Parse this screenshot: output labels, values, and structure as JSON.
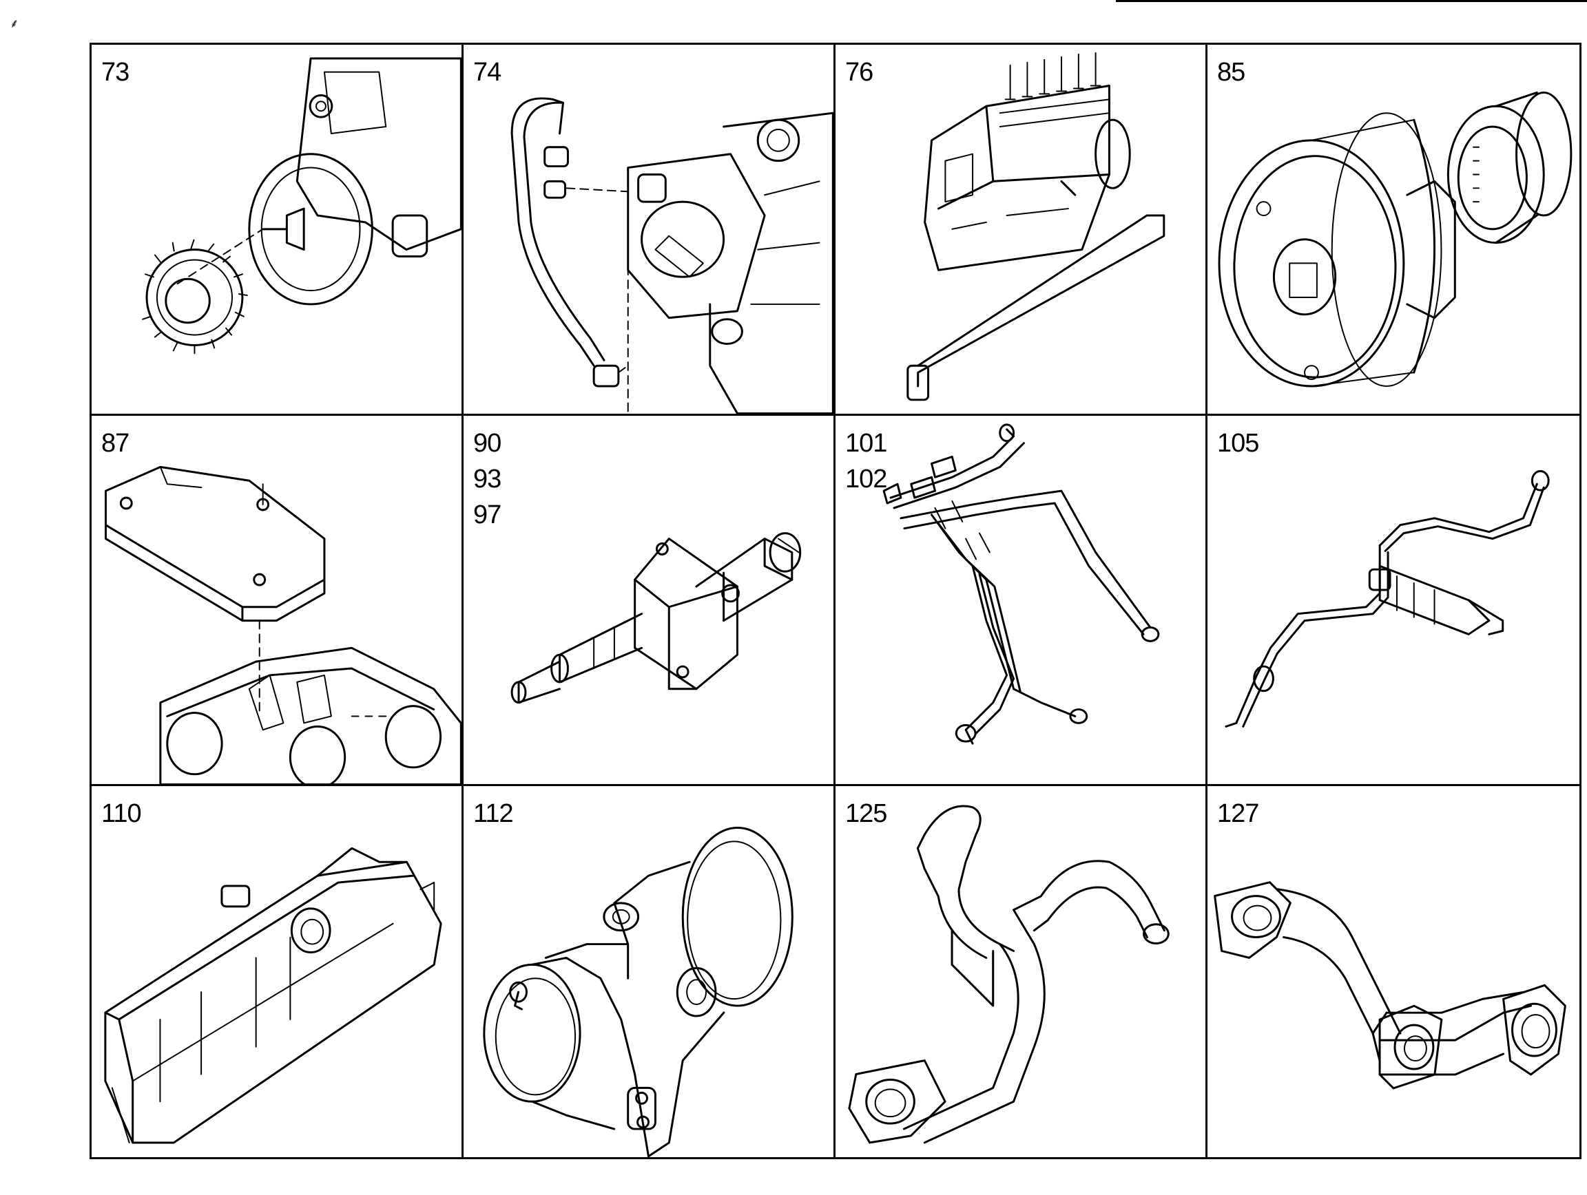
{
  "cells": [
    {
      "labels": [
        "73"
      ],
      "icon": "gear-pump-icon"
    },
    {
      "labels": [
        "74"
      ],
      "icon": "pump-pipe-icon"
    },
    {
      "labels": [
        "76"
      ],
      "icon": "injection-pump-icon"
    },
    {
      "labels": [
        "85"
      ],
      "icon": "gear-coupling-icon"
    },
    {
      "labels": [
        "87"
      ],
      "icon": "cover-plate-icon"
    },
    {
      "labels": [
        "90",
        "93",
        "97"
      ],
      "icon": "injector-icon"
    },
    {
      "labels": [
        "101",
        "102"
      ],
      "icon": "fuel-lines-icon"
    },
    {
      "labels": [
        "105"
      ],
      "icon": "injector-line-icon"
    },
    {
      "labels": [
        "110"
      ],
      "icon": "manifold-icon"
    },
    {
      "labels": [
        "112"
      ],
      "icon": "elbow-housing-icon"
    },
    {
      "labels": [
        "125"
      ],
      "icon": "pipe-bend-icon"
    },
    {
      "labels": [
        "127"
      ],
      "icon": "exhaust-pipe-icon"
    }
  ],
  "corner_mark": "⸙"
}
